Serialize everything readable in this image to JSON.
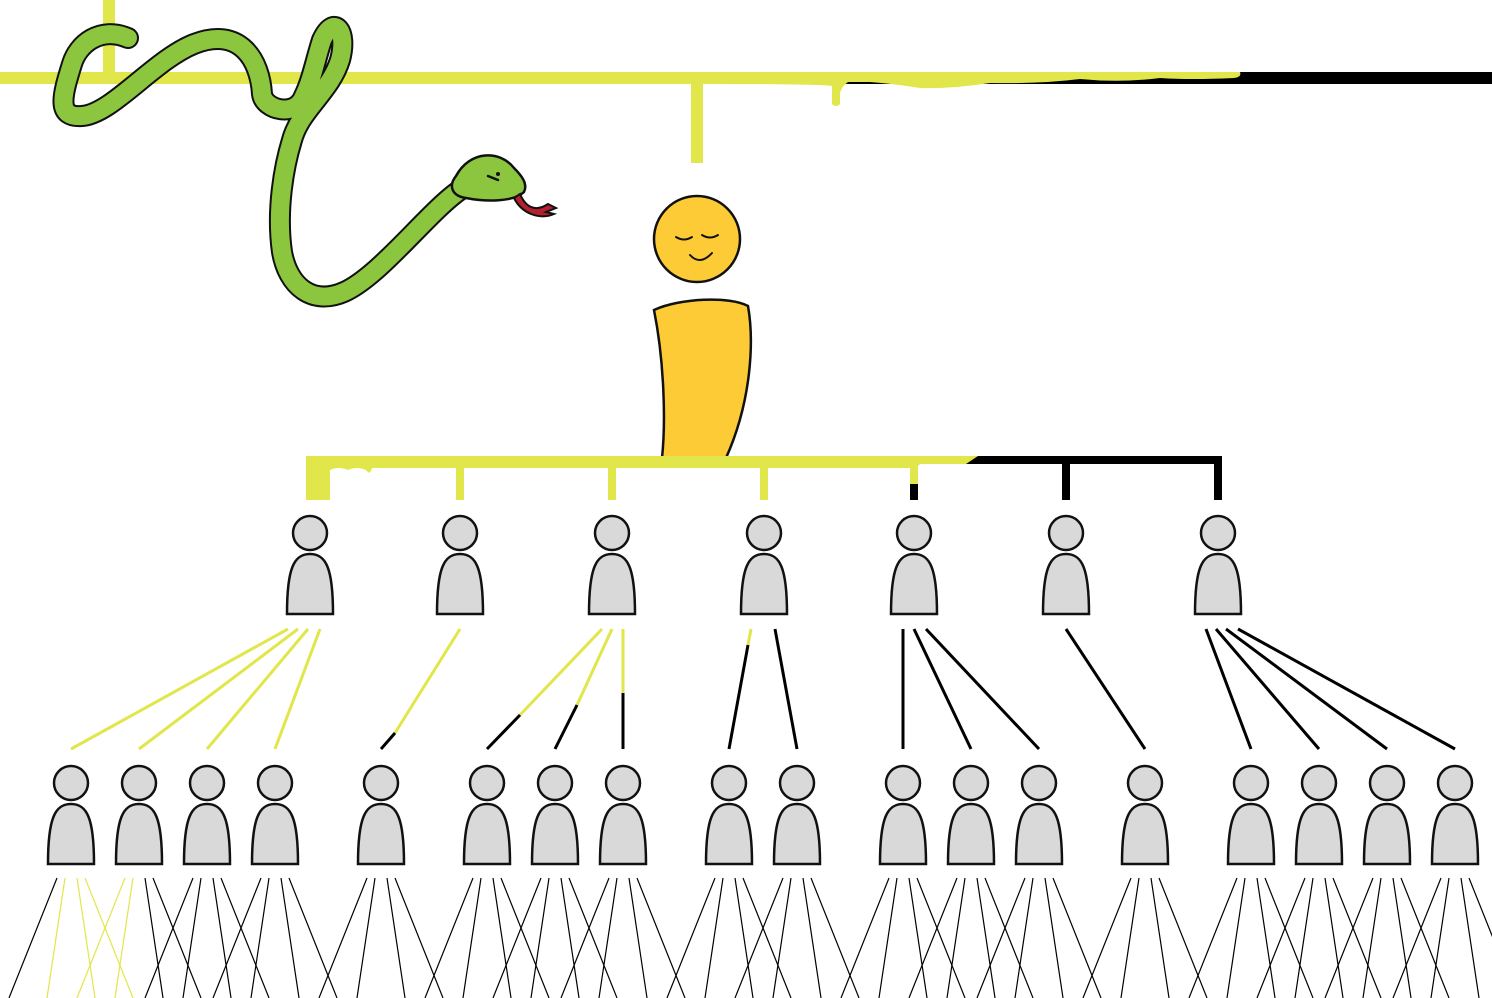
{
  "diagram": {
    "type": "pyramid-hierarchy",
    "colors": {
      "slime": "#E1E64A",
      "black": "#000000",
      "person_fill": "#D9D9D9",
      "leader_fill": "#FDCB36",
      "snake_fill": "#8CC63F",
      "tongue": "#B3202F",
      "outline": "#111111"
    },
    "icons": [
      "snake-icon",
      "leader-icon",
      "person-icon"
    ],
    "leader": {
      "expression": "content"
    },
    "tiers": [
      {
        "level": 1,
        "members": 1
      },
      {
        "level": 2,
        "members": 7,
        "recruits": [
          4,
          1,
          3,
          2,
          3,
          1,
          4
        ]
      },
      {
        "level": 3,
        "members": 18
      }
    ]
  }
}
